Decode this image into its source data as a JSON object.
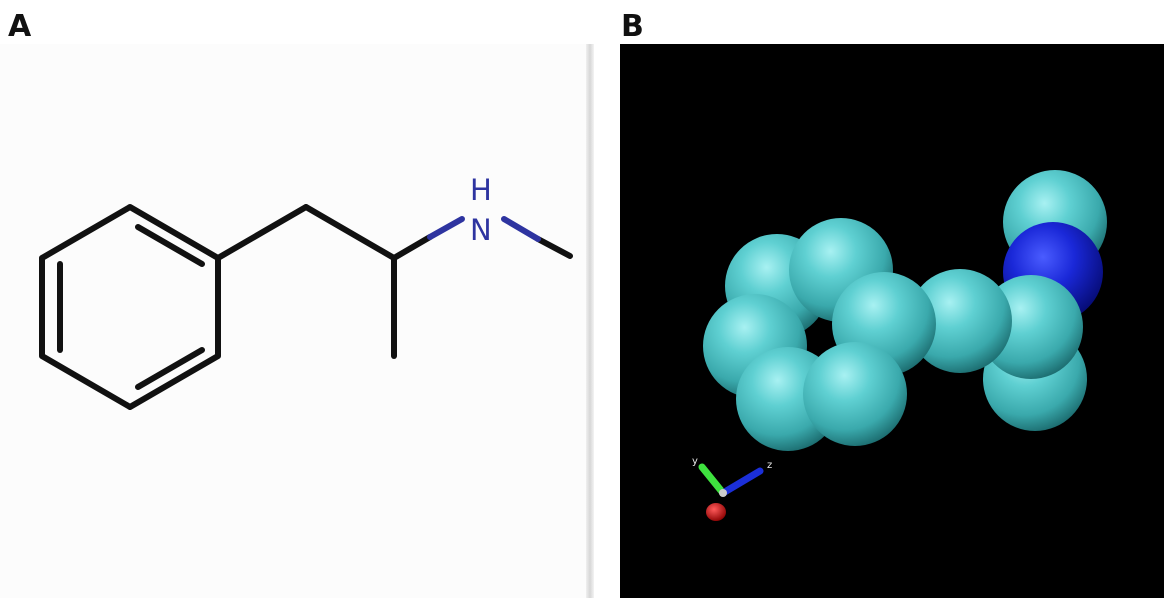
{
  "panels": {
    "a": {
      "label": "A",
      "atoms": {
        "nitrogen": "N",
        "hydrogen": "H"
      }
    },
    "b": {
      "label": "B",
      "axes": {
        "y": "y",
        "z": "z"
      }
    }
  },
  "colors": {
    "bond": "#111111",
    "nitrogen_2d": "#2e34a0",
    "carbon_3d": "#4fc7c9",
    "nitrogen_3d": "#1525c8",
    "background_3d": "#000000"
  }
}
